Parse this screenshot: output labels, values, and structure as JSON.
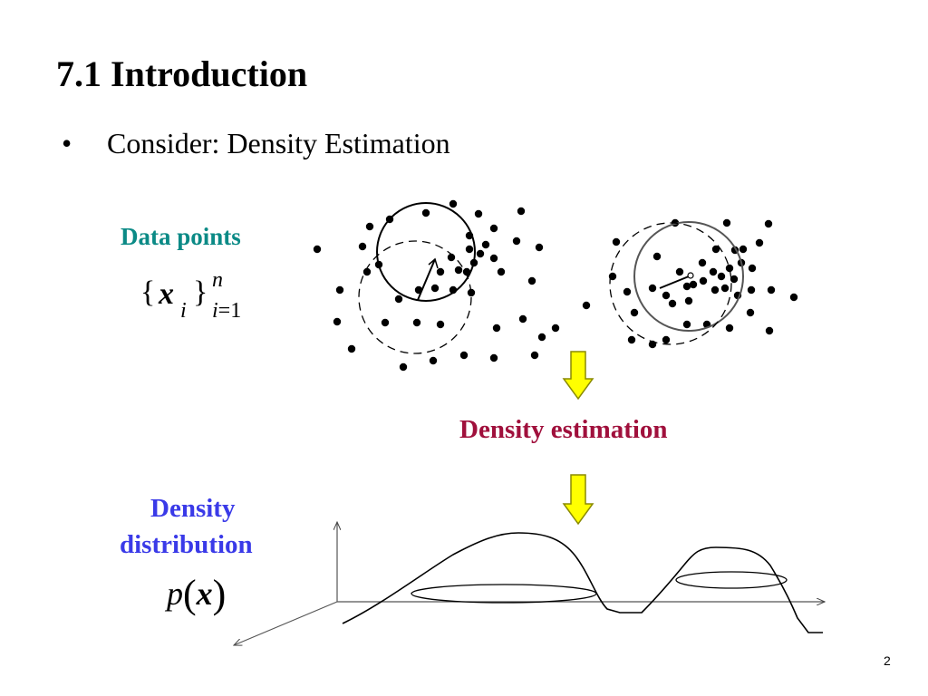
{
  "slide": {
    "title": "7.1 Introduction",
    "bullet_marker": "•",
    "bullet_text": "Consider: Density Estimation",
    "page_number": "2"
  },
  "data_points": {
    "label": "Data points",
    "label_color": "#0b8a86",
    "set_open": "{",
    "set_var": "x",
    "set_sub": "i",
    "set_close": "}",
    "set_sup": "n",
    "set_range": "=1",
    "set_range_var": "i"
  },
  "density_estimation": {
    "label": "Density estimation",
    "label_color": "#a0103c"
  },
  "density_distribution": {
    "line1": "Density",
    "line2": "distribution",
    "label_color": "#3a3ae8",
    "func": "p",
    "open_paren": "(",
    "var": "x",
    "close_paren": ")"
  },
  "arrows": {
    "fill_color": "#ffff00",
    "stroke_color": "#8a8a00",
    "direction": "down"
  }
}
